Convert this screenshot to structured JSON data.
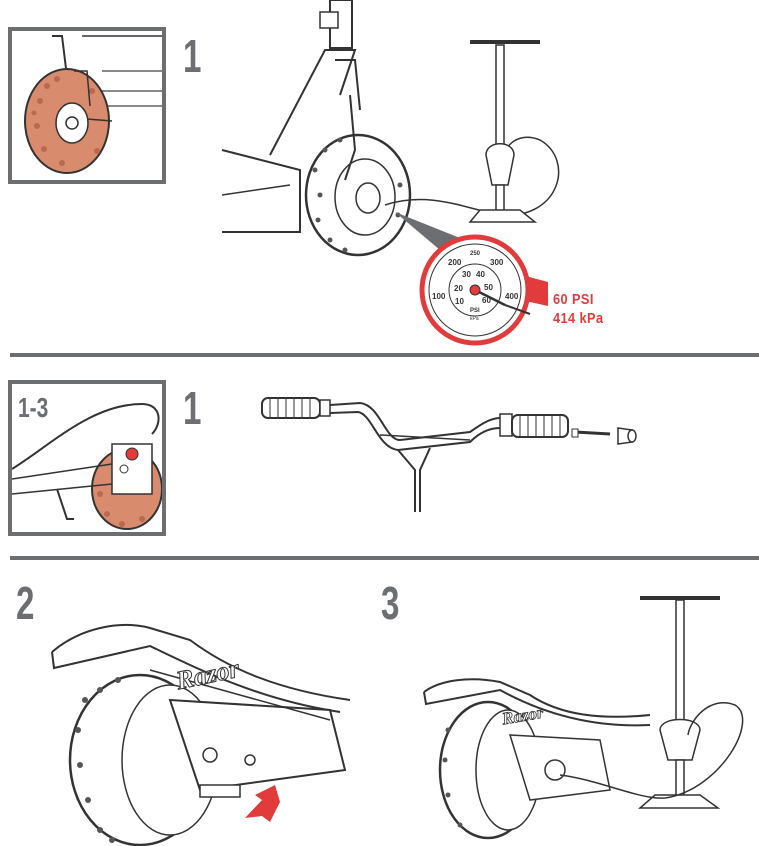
{
  "section1": {
    "step_number": "1",
    "pressure_psi": "60 PSI",
    "pressure_kpa": "414 kPa",
    "gauge": {
      "outer_ticks": [
        "100",
        "200",
        "250",
        "300",
        "400"
      ],
      "inner_ticks": [
        "10",
        "20",
        "30",
        "40",
        "50",
        "60"
      ],
      "unit_psi": "PSI",
      "unit_kpa": "kPa"
    }
  },
  "section2": {
    "inset_label": "1-3",
    "step_number": "1"
  },
  "section3": {
    "step2_number": "2",
    "step3_number": "3",
    "brand": "Razor"
  },
  "colors": {
    "accent_red": "#e23b3b",
    "tire_orange": "#d98b6e",
    "gray": "#6d6e71"
  }
}
